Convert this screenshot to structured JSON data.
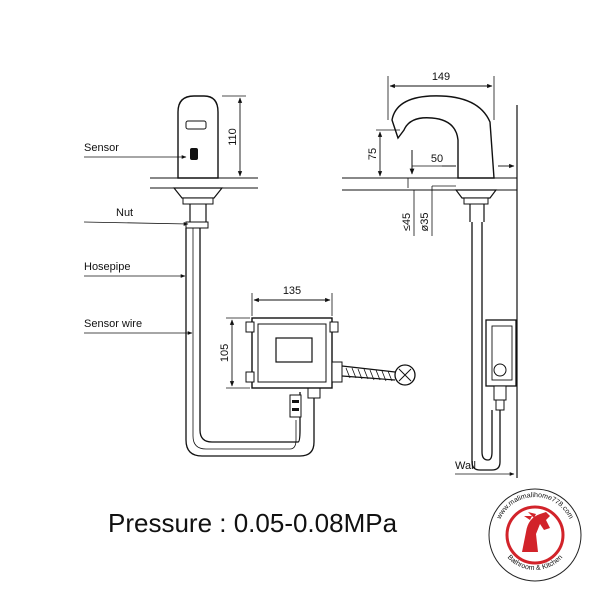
{
  "labels": {
    "sensor": "Sensor",
    "nut": "Nut",
    "hosepipe": "Hosepipe",
    "sensor_wire": "Sensor wire",
    "wall": "Wall"
  },
  "dimensions": {
    "faucet_height": "110",
    "box_width": "135",
    "box_height": "105",
    "spout_reach": "149",
    "spout_height": "75",
    "spout_offset": "50",
    "deck_thickness": "≤45",
    "hole_diameter": "ø35"
  },
  "caption": "Pressure : 0.05-0.08MPa",
  "logo": {
    "url_text": "www.malimalihome778.com",
    "tagline": "Bathroom & Kitchen",
    "accent_color": "#d2232a"
  }
}
